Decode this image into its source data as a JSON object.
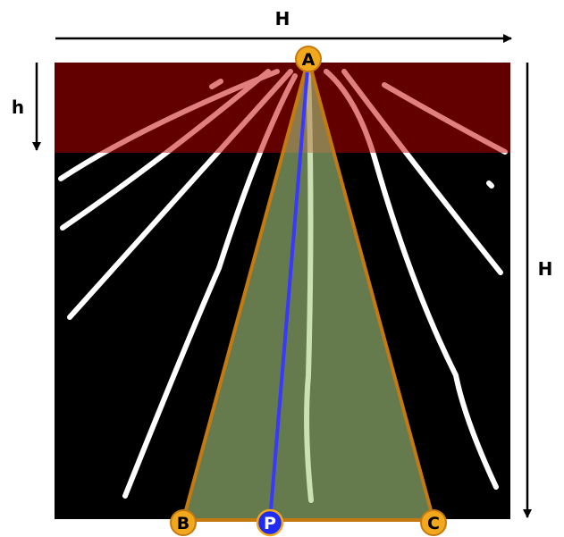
{
  "labels": {
    "width_top": "H",
    "height_right": "H",
    "band_left": "h"
  },
  "points": {
    "apex": "A",
    "base_left": "B",
    "base_right": "C",
    "projection": "P"
  },
  "colors": {
    "background": "#000000",
    "roi_band": "#7a0000",
    "triangle_fill": "#8aa86a",
    "triangle_edge": "#c47a10",
    "point_fill": "#f2a81d",
    "point_p_fill": "#1f2cf0",
    "center_line": "#3838ff",
    "lane_marking": "#ffffff"
  }
}
